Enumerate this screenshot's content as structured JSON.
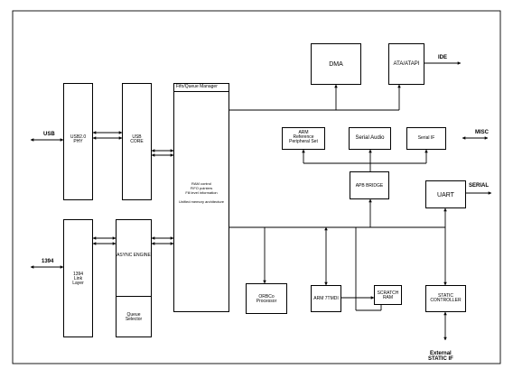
{
  "blocks": {
    "dma": "DMA",
    "ata": "ATA/ATAPI",
    "usb_phy": "USB2.0\nPHY",
    "usb_core": "USB\nCORE",
    "link_1394": "1394\nLink\nLayer",
    "async_engine": "ASYNC ENGINE",
    "queue_selector": "Queue\nSelector",
    "fifo_title": "Fifo/Queue Manager",
    "fifo_body": "RAM control\nFIFO pointers\nFill level information\n\nUnified memory architecture",
    "arm_ref": "ARM\nReference\nPeripheral Set",
    "serial_audio": "Serial Audio",
    "serial_if": "Serial IF",
    "apb_bridge": "APB BRIDGE",
    "uart": "UART",
    "orbco": "ORBCo\nProcessor",
    "arm7": "ARM 7TMDI",
    "scratch_ram": "SCRATCH\nRAM",
    "static_ctrl": "STATIC\nCONTROLLER"
  },
  "external": {
    "usb": "USB",
    "ieee1394": "1394",
    "ide": "IDE",
    "misc": "MISC",
    "serial": "SERIAL",
    "static_if": "External\nSTATIC IF"
  }
}
